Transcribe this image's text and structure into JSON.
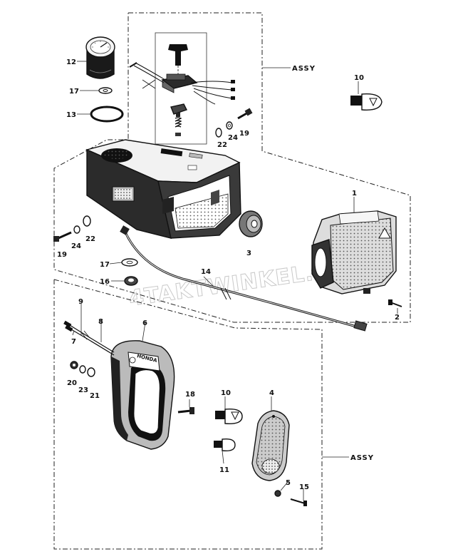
{
  "watermark": "4TAKTWINKEL.NL",
  "assy_labels": {
    "upper": "ASSY",
    "lower": "ASSY"
  },
  "brand_badge": "HONDA",
  "part_numbers": {
    "p1": "1",
    "p2": "2",
    "p3": "3",
    "p4": "4",
    "p5": "5",
    "p6": "6",
    "p7": "7",
    "p8": "8",
    "p9": "9",
    "p10a": "10",
    "p10b": "10",
    "p11": "11",
    "p12": "12",
    "p13": "13",
    "p14": "14",
    "p15": "15",
    "p16": "16",
    "p17a": "17",
    "p17b": "17",
    "p18": "18",
    "p19a": "19",
    "p19b": "19",
    "p20": "20",
    "p21": "21",
    "p22a": "22",
    "p22b": "22",
    "p23": "23",
    "p24a": "24",
    "p24b": "24"
  }
}
